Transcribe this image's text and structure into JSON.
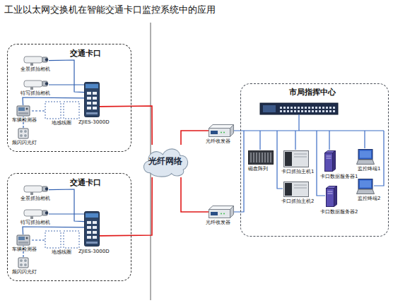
{
  "diagram": {
    "title": "工业以太网交换机在智能交通卡口监控系统中的应用",
    "nodes": [
      {
        "text": [
          "交通卡口"
        ]
      },
      {
        "text": [
          "全景抓拍相机"
        ],
        "in": 0
      },
      {
        "text": [
          "特写抓拍相机"
        ],
        "in": 0
      },
      {
        "text": [
          "车辆检测器"
        ],
        "in": 0
      },
      {
        "text": [
          "地感线圈"
        ],
        "in": 0
      },
      {
        "text": [
          "频闪闪光灯"
        ],
        "in": 0
      },
      {
        "text": [
          "ZJIES-3000D"
        ],
        "in": 0
      },
      {
        "text": [
          "交通卡口"
        ]
      },
      {
        "text": [
          "全景抓拍相机"
        ],
        "in": 7
      },
      {
        "text": [
          "特写抓拍相机"
        ],
        "in": 7
      },
      {
        "text": [
          "车辆检测器"
        ],
        "in": 7
      },
      {
        "text": [
          "地感线圈"
        ],
        "in": 7
      },
      {
        "text": [
          "频闪闪光灯"
        ],
        "in": 7
      },
      {
        "text": [
          "ZJIES-3000D"
        ],
        "in": 7
      },
      {
        "text": [
          "光纤网络"
        ]
      },
      {
        "text": [
          "光纤收发器"
        ]
      },
      {
        "text": [
          "光纤收发器"
        ]
      },
      {
        "text": [
          "市局指挥中心"
        ]
      },
      {
        "text": [
          "磁盘阵列"
        ],
        "in": 17
      },
      {
        "text": [
          "卡口抓拍主机1"
        ],
        "in": 17
      },
      {
        "text": [
          "卡口抓拍主机2"
        ],
        "in": 17
      },
      {
        "text": [
          "卡口数据服务器1"
        ],
        "in": 17
      },
      {
        "text": [
          "卡口数据服务器2"
        ],
        "in": 17
      },
      {
        "text": [
          "监控终端1"
        ],
        "in": 17
      },
      {
        "text": [
          "监控终端2"
        ],
        "in": 17
      }
    ],
    "edges": [
      {
        "from": 1,
        "to": 6,
        "arrow": "none"
      },
      {
        "from": 2,
        "to": 6,
        "arrow": "none"
      },
      {
        "from": 3,
        "to": 6,
        "arrow": "none"
      },
      {
        "from": 4,
        "to": 3,
        "arrow": "none"
      },
      {
        "from": 5,
        "to": 3,
        "arrow": "none"
      },
      {
        "from": 6,
        "to": 14,
        "arrow": "none"
      },
      {
        "from": 8,
        "to": 13,
        "arrow": "none"
      },
      {
        "from": 9,
        "to": 13,
        "arrow": "none"
      },
      {
        "from": 10,
        "to": 13,
        "arrow": "none"
      },
      {
        "from": 11,
        "to": 10,
        "arrow": "none"
      },
      {
        "from": 12,
        "to": 10,
        "arrow": "none"
      },
      {
        "from": 13,
        "to": 14,
        "arrow": "none"
      },
      {
        "from": 14,
        "to": 15,
        "arrow": "none"
      },
      {
        "from": 14,
        "to": 16,
        "arrow": "none"
      }
    ]
  }
}
